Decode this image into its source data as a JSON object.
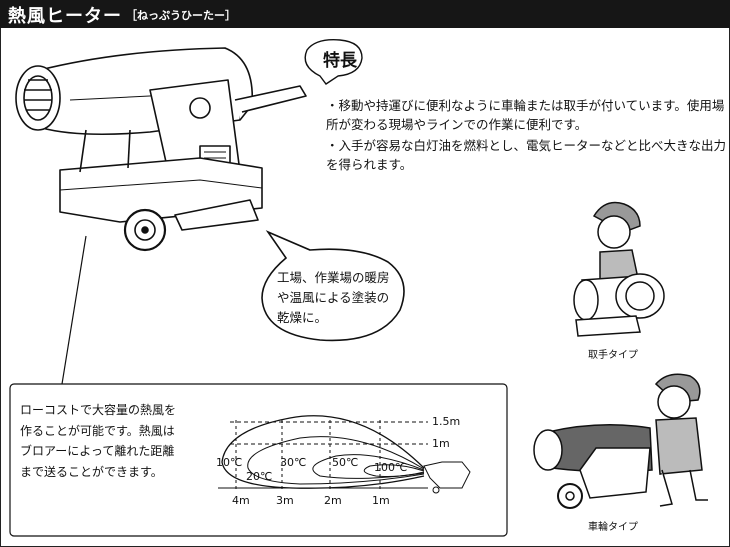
{
  "header": {
    "title": "熱風ヒーター",
    "reading": "［ねっぷうひーたー］"
  },
  "features": {
    "heading": "特長",
    "bullets": [
      "・移動や持運びに便利なように車輪または取手が付いています。使用場所が変わる現場やラインでの作業に便利です。",
      "・入手が容易な白灯油を燃料とし、電気ヒーターなどと比べ大きな出力を得られます。"
    ]
  },
  "bubble": {
    "lines": [
      "工場、作業場の暖房",
      "や温風による塗装の",
      "乾燥に。"
    ]
  },
  "callout": {
    "lines": [
      "ローコストで大容量の熱風を",
      "作ることが可能です。熱風は",
      "ブロアーによって離れた距離",
      "まで送ることができます。"
    ]
  },
  "diagram": {
    "heights": [
      "1.5m",
      "1m"
    ],
    "temps": [
      "10℃",
      "20℃",
      "30℃",
      "50℃",
      "100℃"
    ],
    "distances": [
      "4m",
      "3m",
      "2m",
      "1m"
    ]
  },
  "captions": {
    "handle_type": "取手タイプ",
    "wheel_type": "車輪タイプ"
  }
}
